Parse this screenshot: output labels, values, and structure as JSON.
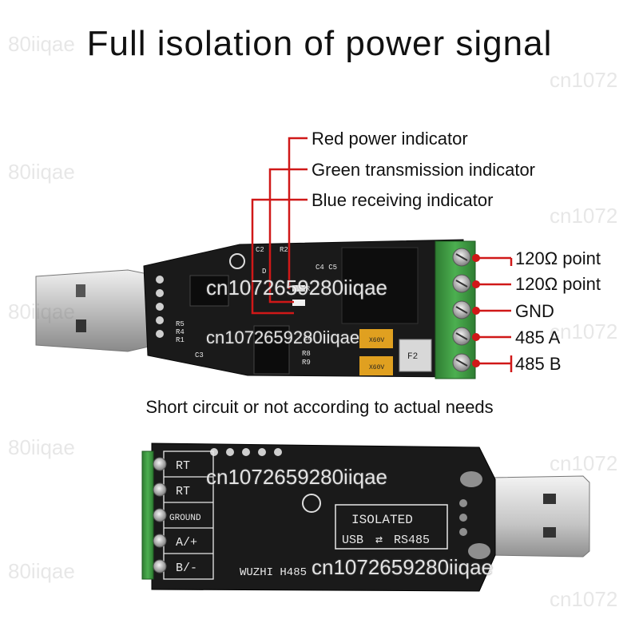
{
  "headline": "Full isolation of power signal",
  "callouts": {
    "red": "Red power indicator",
    "green": "Green transmission indicator",
    "blue": "Blue receiving indicator"
  },
  "terminals_top": [
    "120Ω point",
    "120Ω point",
    "GND",
    "485  A",
    "485  B"
  ],
  "note": "Short circuit or not according to actual needs",
  "board_top_labels": {
    "pwr": "PWR",
    "fuse1": "X60V",
    "fuse2": "X60V",
    "f2": "F2",
    "r1": "R1",
    "r4": "R4",
    "r5": "R5",
    "r8": "R8",
    "r9": "R9",
    "c2": "C2",
    "c3": "C3",
    "c4": "C4 C5",
    "c6": "C6",
    "d": "D",
    "r2": "R2"
  },
  "board_bottom_labels": {
    "terminals": [
      "RT",
      "RT",
      "GROUND",
      "A/+",
      "B/-"
    ],
    "isolated": "ISOLATED",
    "usb_rs485_left": "USB",
    "usb_rs485_right": "RS485",
    "brand": "WUZHI  H485"
  },
  "watermarks": [
    "cn1072659280iiqae",
    "80iiqae",
    "cn1072"
  ],
  "colors": {
    "callout_line": "#d01818",
    "pcb": "#1b1b1b",
    "terminal_green": "#3f9a3f",
    "usb_metal": "#c9c9c9"
  }
}
